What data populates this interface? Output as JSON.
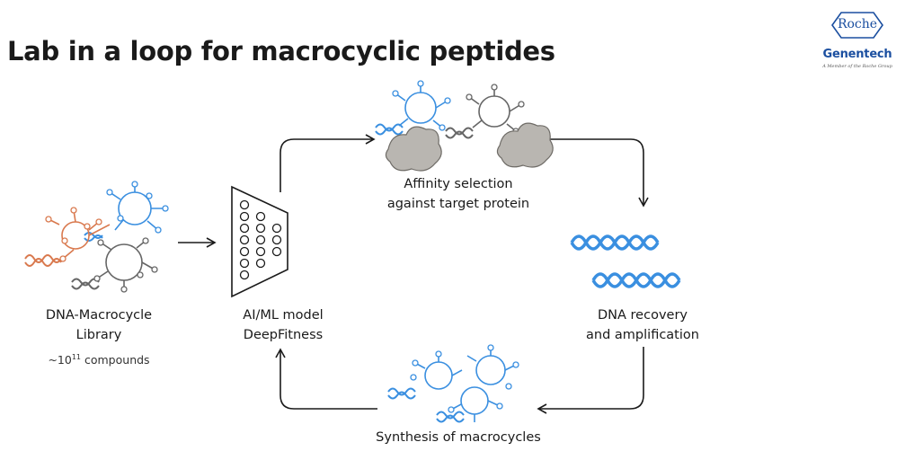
{
  "title": "Lab in a loop for macrocyclic peptides",
  "logo": {
    "brand": "Roche",
    "company": "Genentech",
    "tagline": "A Member of the Roche Group",
    "color": "#1b4fa0"
  },
  "nodes": {
    "library": {
      "line1": "DNA-Macrocycle",
      "line2": "Library",
      "count_prefix": "~10",
      "count_exponent": "11",
      "count_suffix": " compounds"
    },
    "model": {
      "line1": "AI/ML model",
      "line2": "DeepFitness"
    },
    "selection": {
      "line1": "Affinity selection",
      "line2": "against target protein"
    },
    "recovery": {
      "line1": "DNA recovery",
      "line2": "and amplification"
    },
    "synthesis": {
      "line1": "Synthesis of macrocycles"
    }
  },
  "colors": {
    "blue": "#3a8fe0",
    "orange": "#d9794e",
    "gray": "#666666",
    "protein": "#b9b6b1",
    "arrow": "#1a1a1a"
  },
  "icons": {
    "library": "mixed-macrocycle-cluster-icon",
    "model": "neural-network-icon",
    "selection": "macrocycle-protein-binding-icon",
    "recovery": "dna-helix-icon",
    "synthesis": "blue-macrocycle-cluster-icon"
  }
}
